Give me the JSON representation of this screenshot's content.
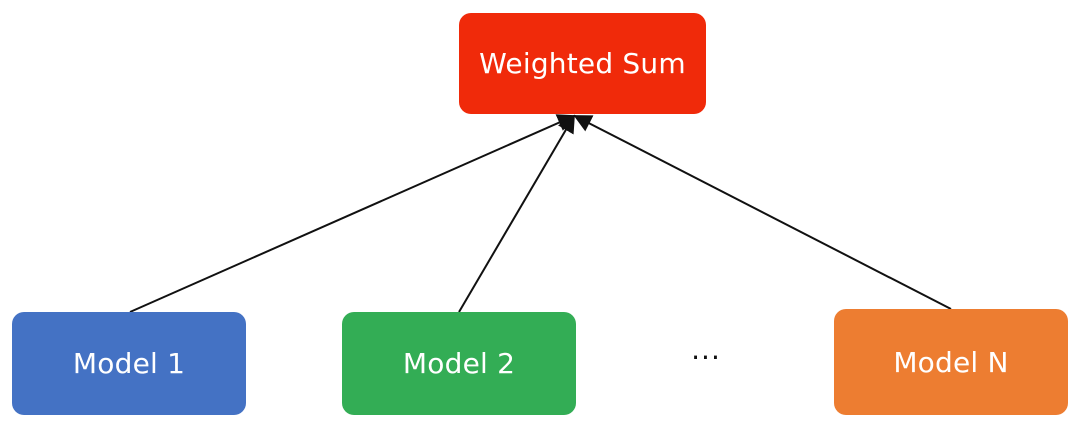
{
  "diagram": {
    "top_node": {
      "label": "Weighted Sum",
      "color": "#f02a0a"
    },
    "bottom_nodes": [
      {
        "label": "Model 1",
        "color": "#4472c4"
      },
      {
        "label": "Model 2",
        "color": "#33ad55"
      },
      {
        "label": "Model N",
        "color": "#ed7d31"
      }
    ],
    "ellipsis": "···",
    "edge_color": "#111111"
  }
}
